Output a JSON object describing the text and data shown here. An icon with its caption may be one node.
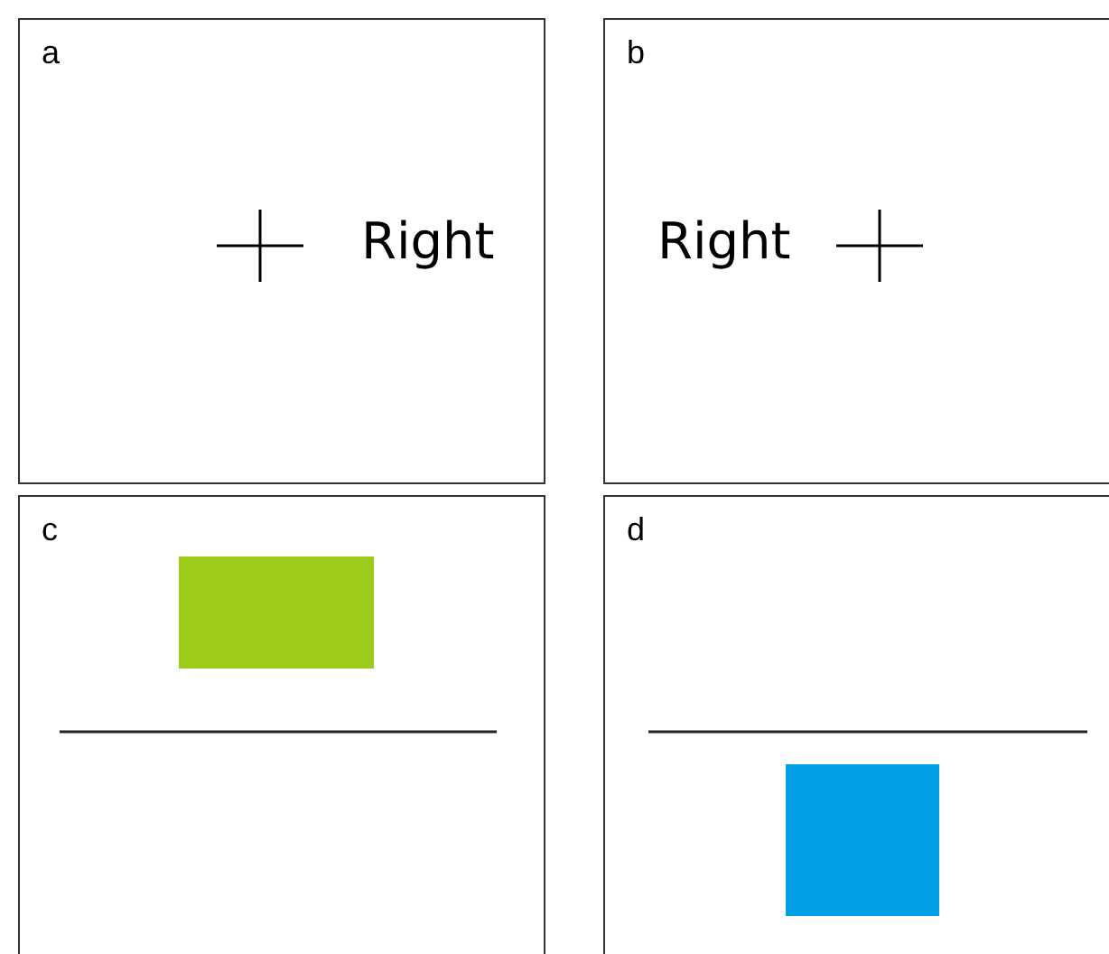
{
  "diagram": {
    "nodes": [
      {
        "text": [
          "a",
          "Right"
        ]
      },
      {
        "text": [
          "b",
          "Right"
        ]
      },
      {
        "text": [
          "c"
        ]
      },
      {
        "text": [
          "d"
        ]
      },
      {
        "text": [],
        "shape": "box",
        "in": 2
      },
      {
        "text": [],
        "shape": "box",
        "in": 3
      }
    ]
  }
}
